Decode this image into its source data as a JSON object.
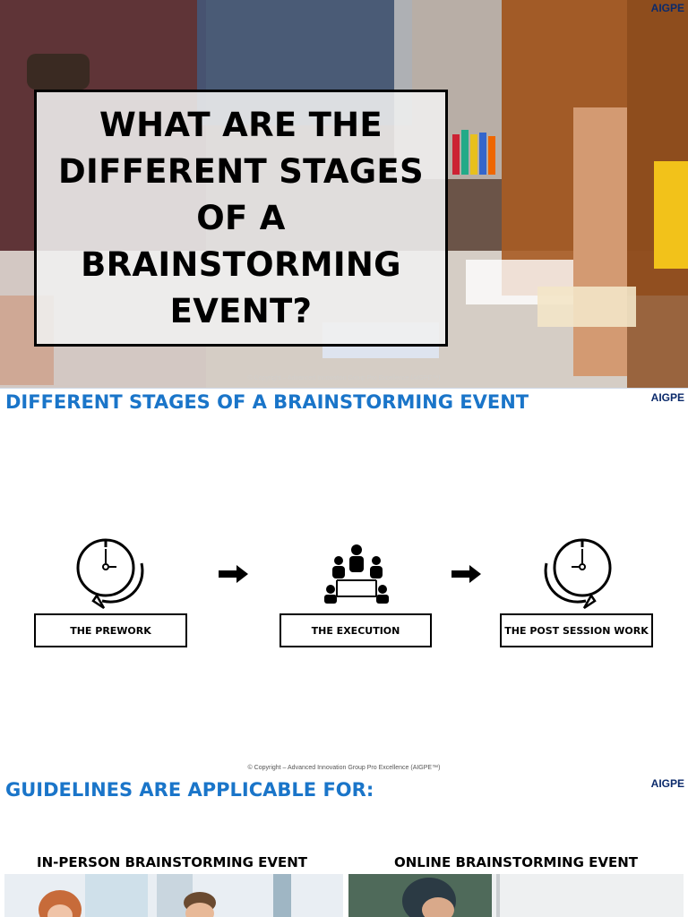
{
  "brand": "AIGPE",
  "copyright": "© Copyright – Advanced Innovation Group Pro Excellence (AIGPE™)",
  "slide1": {
    "title_lines": [
      "WHAT ARE THE",
      "DIFFERENT STAGES",
      "OF A",
      "BRAINSTORMING",
      "EVENT?"
    ]
  },
  "slide2": {
    "heading": "DIFFERENT STAGES OF A BRAINSTORMING EVENT",
    "stages": [
      {
        "label": "THE PREWORK",
        "icon": "clock-rewind-icon"
      },
      {
        "label": "THE EXECUTION",
        "icon": "meeting-table-icon"
      },
      {
        "label": "THE POST SESSION WORK",
        "icon": "clock-forward-icon"
      }
    ]
  },
  "slide3": {
    "heading": "GUIDELINES ARE APPLICABLE FOR:",
    "options": [
      {
        "label": "IN-PERSON BRAINSTORMING EVENT"
      },
      {
        "label": "ONLINE BRAINSTORMING EVENT"
      }
    ]
  }
}
